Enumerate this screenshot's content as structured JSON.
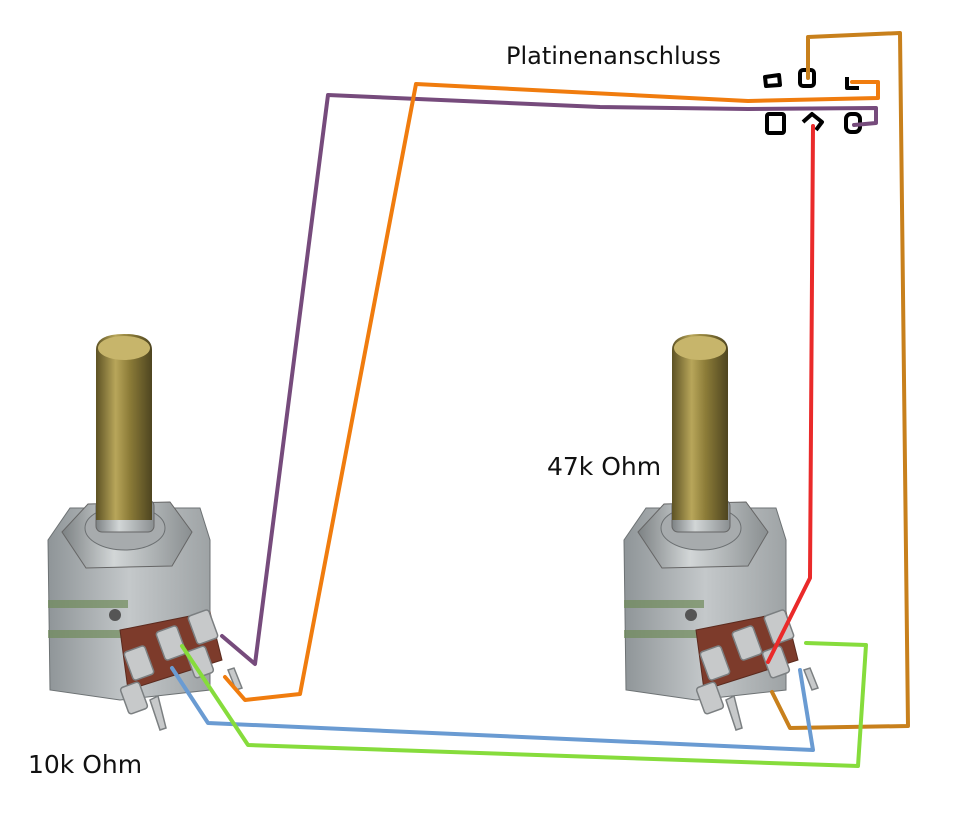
{
  "labels": {
    "header": "Platinenanschluss",
    "pot_right": "47k Ohm",
    "pot_left": "10k Ohm"
  },
  "colors": {
    "purple": "#764b7c",
    "orange": "#f07c0e",
    "dark_orange": "#c8801c",
    "red": "#ea2a2a",
    "blue": "#6a9bd2",
    "green": "#86dc3c",
    "brass": "#9c8a3d",
    "metal": "#b9bdbf",
    "pcb": "#7d3b2b"
  },
  "wires": [
    "purple",
    "orange",
    "dark_orange",
    "red",
    "blue",
    "green"
  ]
}
